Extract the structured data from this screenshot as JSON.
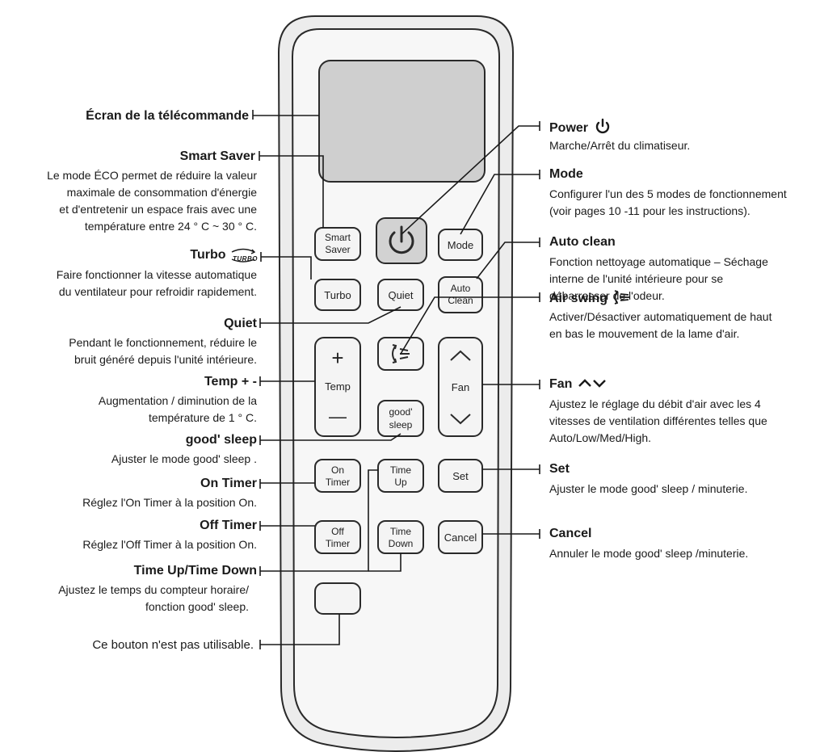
{
  "remote": {
    "buttons": {
      "smart_saver": [
        "Smart",
        "Saver"
      ],
      "mode": "Mode",
      "turbo": "Turbo",
      "quiet": "Quiet",
      "auto_clean": [
        "Auto",
        "Clean"
      ],
      "temp_plus": "+",
      "temp_label": "Temp",
      "temp_minus": "—",
      "fan_up": "∧",
      "fan_label": "Fan",
      "fan_down": "∨",
      "good_sleep": [
        "good'",
        "sleep"
      ],
      "on_timer": [
        "On",
        "Timer"
      ],
      "time_up": [
        "Time",
        "Up"
      ],
      "set": "Set",
      "off_timer": [
        "Off",
        "Timer"
      ],
      "time_down": [
        "Time",
        "Down"
      ],
      "cancel": "Cancel"
    }
  },
  "left": {
    "screen": {
      "title": "Écran de la télécommande"
    },
    "smart_saver": {
      "title": "Smart Saver",
      "desc": [
        "Le mode ÉCO permet de réduire la valeur",
        "maximale de consommation d'énergie",
        "et d'entretenir un espace frais avec une",
        "température entre 24 ° C ~ 30 ° C."
      ]
    },
    "turbo": {
      "title": "Turbo",
      "icon_text": "TURBO",
      "desc": [
        "Faire fonctionner la vitesse automatique",
        "du ventilateur pour refroidir rapidement."
      ]
    },
    "quiet": {
      "title": "Quiet",
      "desc": [
        "Pendant le fonctionnement, réduire le",
        "bruit généré depuis l'unité intérieure."
      ]
    },
    "temp": {
      "title": "Temp + -",
      "desc": [
        "Augmentation / diminution de la",
        "température de 1 ° C."
      ]
    },
    "good_sleep": {
      "title": "good' sleep",
      "desc": "Ajuster le mode good' sleep ."
    },
    "on_timer": {
      "title": "On Timer",
      "desc": "Réglez l'On Timer à la position On."
    },
    "off_timer": {
      "title": "Off Timer",
      "desc": "Réglez l'Off Timer à la position On."
    },
    "time_updown": {
      "title": "Time Up/Time Down",
      "desc": [
        "Ajustez le temps du compteur horaire/",
        "fonction good' sleep."
      ]
    },
    "unused": {
      "title": "Ce bouton n'est pas utilisable."
    }
  },
  "right": {
    "power": {
      "title": "Power",
      "desc": "Marche/Arrêt du climatiseur."
    },
    "mode": {
      "title": "Mode",
      "desc": [
        "Configurer l'un des 5 modes de fonctionnement",
        "(voir pages 10 -11 pour les instructions)."
      ]
    },
    "auto_clean": {
      "title": "Auto clean",
      "desc": [
        "Fonction nettoyage automatique – Séchage",
        "interne de l'unité intérieure pour se",
        "débarrasser de l'odeur."
      ]
    },
    "air_swing": {
      "title": "Air swing",
      "desc": [
        "Activer/Désactiver automatiquement de haut",
        "en bas le mouvement de la lame d'air."
      ]
    },
    "fan": {
      "title": "Fan",
      "desc": [
        "Ajustez le réglage du débit d'air avec les 4",
        "vitesses de ventilation différentes telles que",
        "Auto/Low/Med/High."
      ]
    },
    "set": {
      "title": "Set",
      "desc": "Ajuster le mode good' sleep / minuterie."
    },
    "cancel": {
      "title": "Cancel",
      "desc": "Annuler le mode good' sleep /minuterie."
    }
  }
}
